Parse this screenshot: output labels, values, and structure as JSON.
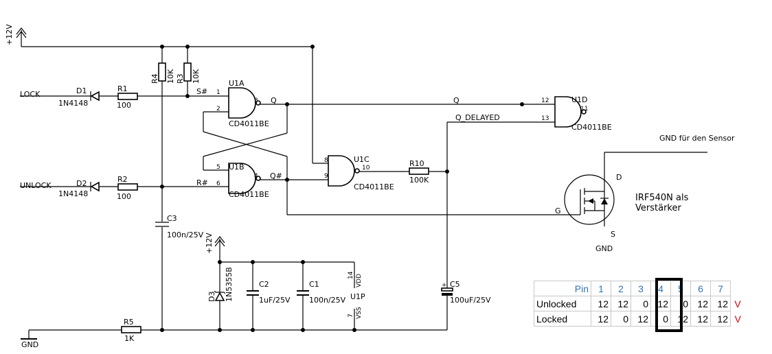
{
  "labels": {
    "vcc_top": "+12V",
    "vcc_mid": "+12V",
    "gnd_left": "GND",
    "lock": "LOCK",
    "unlock": "UNLOCK",
    "d1": "D1",
    "d1_part": "1N4148",
    "d2": "D2",
    "d2_part": "1N4148",
    "r1": "R1",
    "r1_val": "100",
    "r2": "R2",
    "r2_val": "100",
    "r3": "R3",
    "r3_val": "10K",
    "r4": "R4",
    "r4_val": "10K",
    "r5": "R5",
    "r5_val": "1K",
    "r10": "R10",
    "r10_val": "100K",
    "c1": "C1",
    "c1_val": "100n/25V",
    "c2": "C2",
    "c2_val": "1uF/25V",
    "c3": "C3",
    "c3_val": "100n/25V",
    "c5": "C5",
    "c5_val": "100uF/25V",
    "d3": "D3",
    "d3_part": "1N5355B",
    "u1a": "U1A",
    "u1b": "U1B",
    "u1c": "U1C",
    "u1d": "U1D",
    "u1p": "U1P",
    "chip": "CD4011BE",
    "s_n": "S#",
    "r_n": "R#",
    "q": "Q",
    "q_n": "Q#",
    "q2": "Q",
    "q_delayed": "Q_DELAYED",
    "vdd": "VDD",
    "vss": "VSS",
    "pin1": "1",
    "pin2": "2",
    "pin3": "3",
    "pin4": "4",
    "pin5": "5",
    "pin6": "6",
    "pin8": "8",
    "pin9": "9",
    "pin10": "10",
    "pin11": "11",
    "pin12": "12",
    "pin13": "13",
    "pin14": "14",
    "pin7": "7",
    "mosfet_g": "G",
    "mosfet_d": "D",
    "mosfet_s": "S",
    "mosfet_gnd": "GND",
    "sensor_gnd": "GND für den Sensor",
    "mosfet_note_1": "IRF540N als",
    "mosfet_note_2": "Verstärker"
  },
  "table": {
    "header_label": "Pin",
    "pins": [
      "1",
      "2",
      "3",
      "4",
      "5",
      "6",
      "7"
    ],
    "rows": [
      {
        "label": "Unlocked",
        "values": [
          "12",
          "12",
          "0",
          "12",
          "0",
          "12",
          "12"
        ],
        "mark": "V"
      },
      {
        "label": "Locked",
        "values": [
          "12",
          "0",
          "12",
          "0",
          "12",
          "12",
          "12"
        ],
        "mark": "V"
      }
    ],
    "highlighted_pin": "4"
  }
}
